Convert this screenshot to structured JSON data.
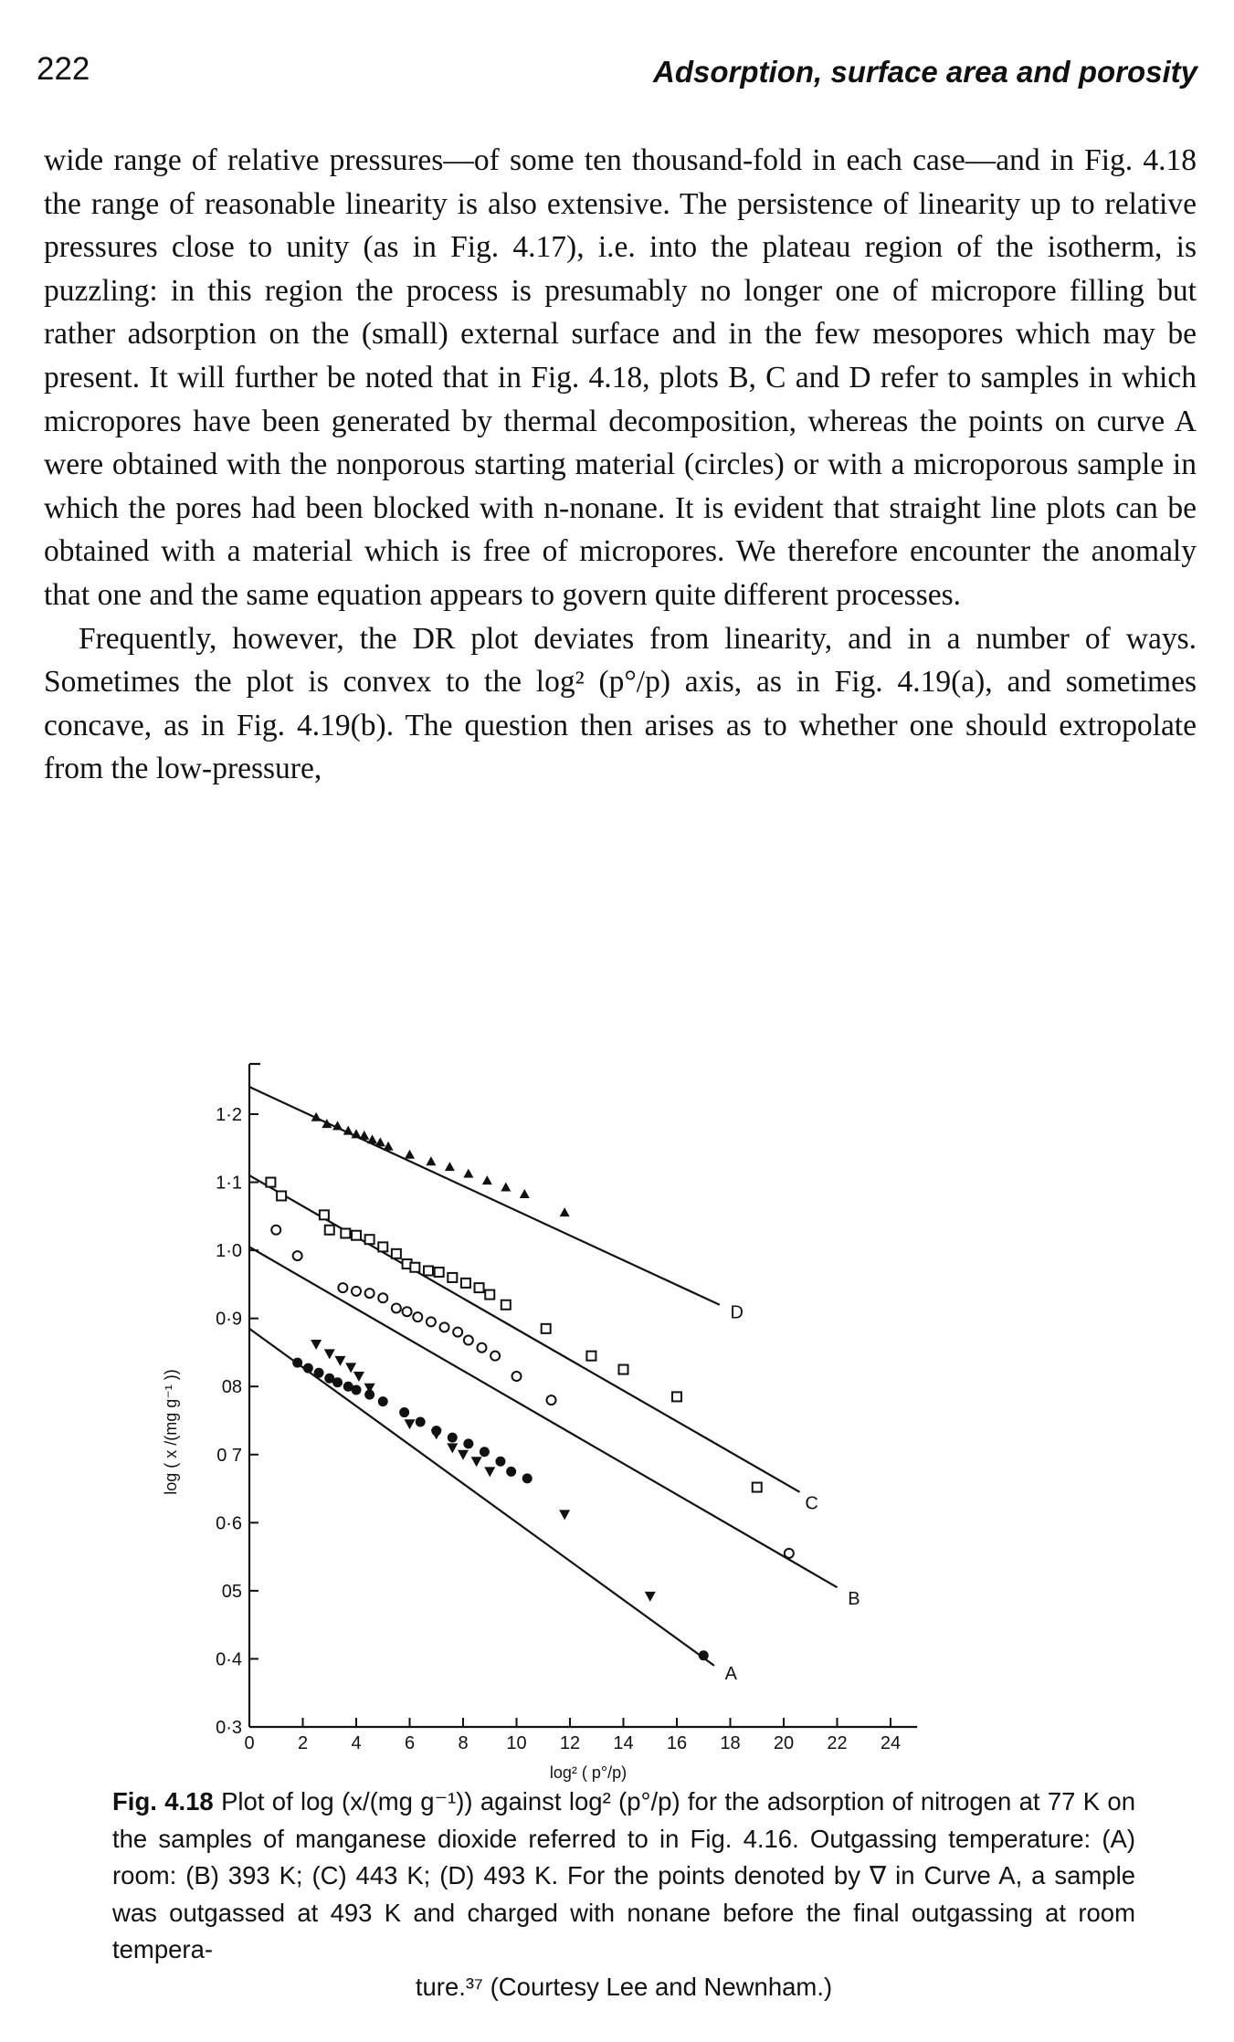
{
  "header": {
    "page_number": "222",
    "running_title": "Adsorption, surface area and porosity"
  },
  "body": {
    "paragraph_1": "wide range of relative pressures—of some ten thousand-fold in each case—and in Fig. 4.18 the range of reasonable linearity is also extensive. The persistence of linearity up to relative pressures close to unity (as in Fig. 4.17), i.e. into the plateau region of the isotherm, is puzzling: in this region the process is presumably no longer one of micropore filling but rather adsorption on the (small) external surface and in the few mesopores which may be present. It will further be noted that in Fig. 4.18, plots B, C and D refer to samples in which micropores have been generated by thermal decomposition, whereas the points on curve A were obtained with the nonporous starting material (circles) or with a microporous sample in which the pores had been blocked with n-nonane. It is evident that straight line plots can be obtained with a material which is free of micropores. We therefore encounter the anomaly that one and the same equation appears to govern quite different processes.",
    "paragraph_2": "Frequently, however, the DR plot deviates from linearity, and in a number of ways. Sometimes the plot is convex to the log² (p°/p) axis, as in Fig. 4.19(a), and sometimes concave, as in Fig. 4.19(b). The question then arises as to whether one should extropolate from the low-pressure,"
  },
  "figure": {
    "caption_label": "Fig. 4.18",
    "caption_text": "Plot of log (x/(mg g⁻¹)) against log² (p°/p) for the adsorption of nitrogen at 77 K on the samples of manganese dioxide referred to in Fig. 4.16. Outgassing temperature: (A) room: (B) 393 K; (C) 443 K; (D) 493 K. For the points denoted by ∇ in Curve A, a sample was outgassed at 493 K and charged with nonane before the final outgassing at room tempera-",
    "caption_end": "ture.³⁷ (Courtesy Lee and Newnham.)"
  },
  "chart_data": {
    "type": "scatter",
    "xlabel": "log² ( p°/p)",
    "ylabel": "log ( x /(mg g⁻¹ ))",
    "xlim": [
      0,
      25
    ],
    "ylim": [
      0.3,
      1.35
    ],
    "x_ticks": [
      "0",
      "2",
      "4",
      "6",
      "8",
      "10",
      "12",
      "14",
      "16",
      "18",
      "20",
      "22",
      "24"
    ],
    "y_ticks": [
      "0·3",
      "0·4",
      "05",
      "0·6",
      "0 7",
      "08",
      "0·9",
      "1·0",
      "1·1",
      "1·2"
    ],
    "y_tick_values": [
      0.3,
      0.4,
      0.5,
      0.6,
      0.7,
      0.8,
      0.9,
      1.0,
      1.1,
      1.2
    ],
    "series": [
      {
        "name": "D",
        "marker": "filled-triangle",
        "line": [
          [
            0,
            1.24
          ],
          [
            17.6,
            0.92
          ]
        ],
        "points": [
          [
            2.5,
            1.195
          ],
          [
            2.9,
            1.185
          ],
          [
            3.3,
            1.182
          ],
          [
            3.7,
            1.175
          ],
          [
            4.0,
            1.17
          ],
          [
            4.3,
            1.168
          ],
          [
            4.6,
            1.162
          ],
          [
            4.9,
            1.158
          ],
          [
            5.2,
            1.152
          ],
          [
            6.0,
            1.14
          ],
          [
            6.8,
            1.13
          ],
          [
            7.5,
            1.122
          ],
          [
            8.2,
            1.112
          ],
          [
            8.9,
            1.102
          ],
          [
            9.6,
            1.092
          ],
          [
            10.3,
            1.082
          ],
          [
            11.8,
            1.055
          ]
        ]
      },
      {
        "name": "C",
        "marker": "open-square",
        "line": [
          [
            0,
            1.11
          ],
          [
            20.6,
            0.645
          ]
        ],
        "points": [
          [
            0.8,
            1.1
          ],
          [
            1.2,
            1.08
          ],
          [
            2.8,
            1.052
          ],
          [
            3.0,
            1.03
          ],
          [
            3.6,
            1.025
          ],
          [
            4.0,
            1.022
          ],
          [
            4.5,
            1.016
          ],
          [
            5.0,
            1.005
          ],
          [
            5.5,
            0.995
          ],
          [
            5.9,
            0.98
          ],
          [
            6.2,
            0.975
          ],
          [
            6.7,
            0.97
          ],
          [
            7.1,
            0.968
          ],
          [
            7.6,
            0.96
          ],
          [
            8.1,
            0.952
          ],
          [
            8.6,
            0.945
          ],
          [
            9.0,
            0.935
          ],
          [
            9.6,
            0.92
          ],
          [
            11.1,
            0.885
          ],
          [
            12.8,
            0.845
          ],
          [
            14.0,
            0.825
          ],
          [
            16.0,
            0.785
          ],
          [
            19.0,
            0.652
          ]
        ]
      },
      {
        "name": "B",
        "marker": "open-circle",
        "line": [
          [
            0,
            1.005
          ],
          [
            22.0,
            0.505
          ]
        ],
        "points": [
          [
            1.0,
            1.03
          ],
          [
            1.8,
            0.992
          ],
          [
            3.5,
            0.945
          ],
          [
            4.0,
            0.94
          ],
          [
            4.5,
            0.937
          ],
          [
            5.0,
            0.93
          ],
          [
            5.5,
            0.915
          ],
          [
            5.9,
            0.91
          ],
          [
            6.3,
            0.902
          ],
          [
            6.8,
            0.895
          ],
          [
            7.3,
            0.887
          ],
          [
            7.8,
            0.88
          ],
          [
            8.2,
            0.868
          ],
          [
            8.7,
            0.857
          ],
          [
            9.2,
            0.845
          ],
          [
            10.0,
            0.815
          ],
          [
            11.3,
            0.78
          ],
          [
            20.2,
            0.555
          ]
        ]
      },
      {
        "name": "A",
        "marker": "filled-circle",
        "line": [
          [
            0,
            0.885
          ],
          [
            17.4,
            0.39
          ]
        ],
        "points": [
          [
            1.8,
            0.835
          ],
          [
            2.2,
            0.827
          ],
          [
            2.6,
            0.82
          ],
          [
            3.0,
            0.812
          ],
          [
            3.3,
            0.806
          ],
          [
            3.7,
            0.8
          ],
          [
            4.0,
            0.795
          ],
          [
            4.5,
            0.788
          ],
          [
            5.0,
            0.778
          ],
          [
            5.8,
            0.762
          ],
          [
            6.4,
            0.748
          ],
          [
            7.0,
            0.735
          ],
          [
            7.6,
            0.725
          ],
          [
            8.2,
            0.716
          ],
          [
            8.8,
            0.704
          ],
          [
            9.4,
            0.69
          ],
          [
            9.8,
            0.675
          ],
          [
            10.4,
            0.665
          ],
          [
            17.0,
            0.405
          ]
        ]
      },
      {
        "name": "A (nonane-blocked)",
        "marker": "open-inverted-triangle",
        "points": [
          [
            2.5,
            0.862
          ],
          [
            3.0,
            0.848
          ],
          [
            3.4,
            0.838
          ],
          [
            3.8,
            0.828
          ],
          [
            4.1,
            0.815
          ],
          [
            4.5,
            0.798
          ],
          [
            6.0,
            0.745
          ],
          [
            7.0,
            0.73
          ],
          [
            7.6,
            0.71
          ],
          [
            8.0,
            0.7
          ],
          [
            8.5,
            0.69
          ],
          [
            9.0,
            0.675
          ],
          [
            11.8,
            0.612
          ],
          [
            15.0,
            0.492
          ]
        ]
      }
    ],
    "curve_labels": [
      "A",
      "B",
      "C",
      "D"
    ]
  }
}
